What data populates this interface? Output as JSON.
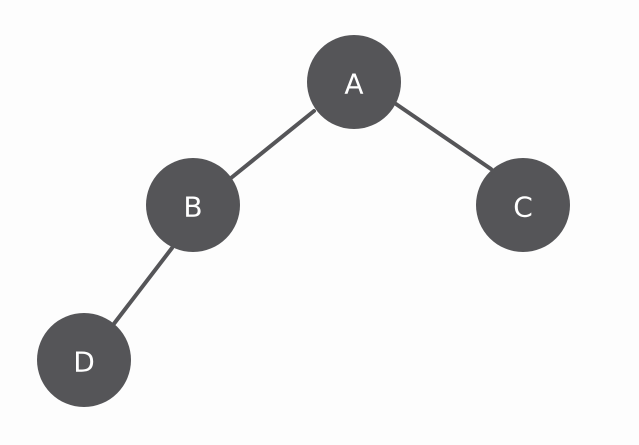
{
  "tree": {
    "nodes": [
      {
        "id": "A",
        "label": "A"
      },
      {
        "id": "B",
        "label": "B"
      },
      {
        "id": "C",
        "label": "C"
      },
      {
        "id": "D",
        "label": "D"
      }
    ],
    "edges": [
      {
        "from": "A",
        "to": "B"
      },
      {
        "from": "A",
        "to": "C"
      },
      {
        "from": "B",
        "to": "D"
      }
    ],
    "colors": {
      "node_fill": "#555558",
      "edge": "#555558",
      "label": "#ffffff",
      "background": "#fdfdfd"
    }
  }
}
